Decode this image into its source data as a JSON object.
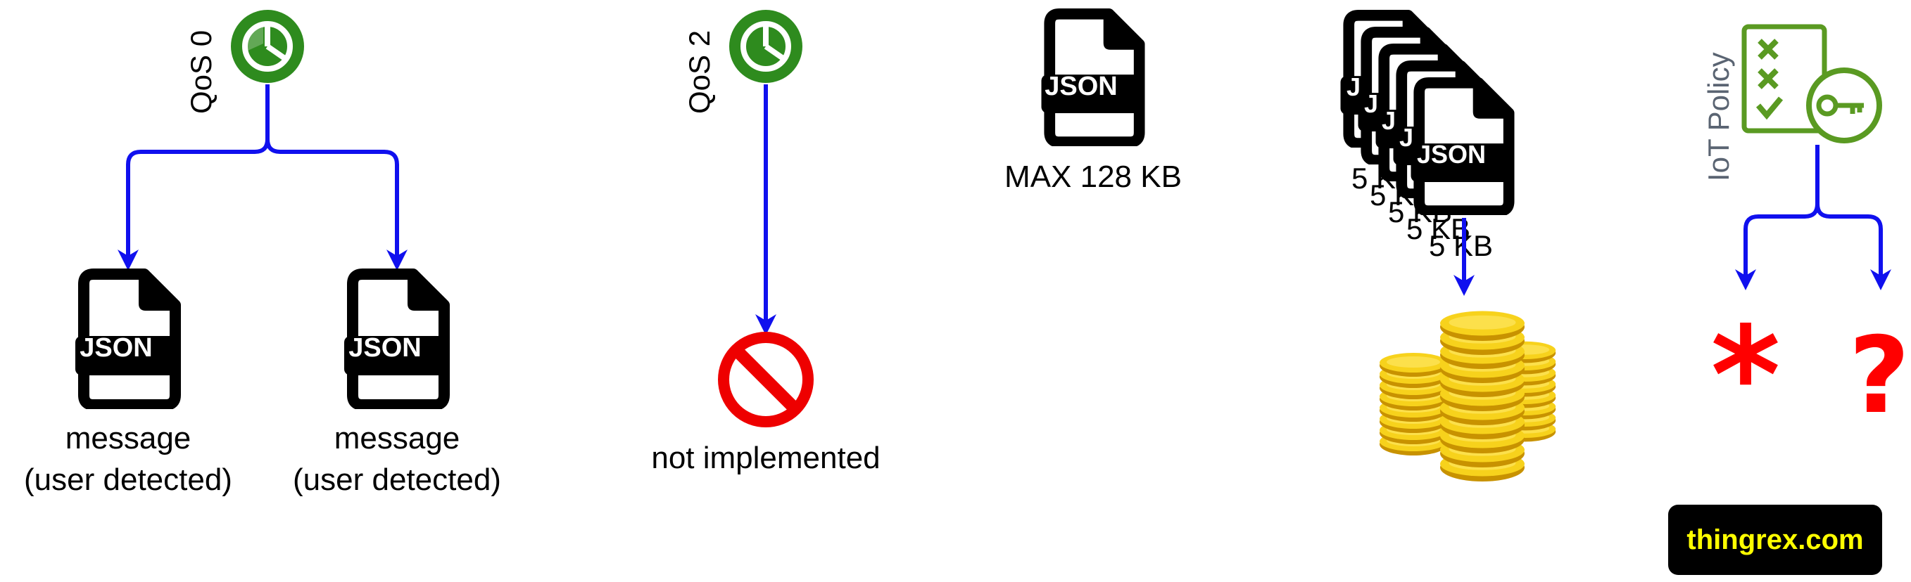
{
  "colors": {
    "arrow": "#1010ee",
    "qos_green": "#2e8b1e",
    "policy_green": "#5a9a22",
    "policy_gray": "#5a6472",
    "forbidden_red": "#ee0000",
    "symbol_red": "#ff0000",
    "coin_gold": "#f2c200",
    "brand_bg": "#000000",
    "brand_text": "#ffff00"
  },
  "qos0": {
    "label": "QoS 0",
    "icon": "pie-chart-icon",
    "messages": [
      {
        "badge": "JSON",
        "line1": "message",
        "line2": "(user detected)"
      },
      {
        "badge": "JSON",
        "line1": "message",
        "line2": "(user detected)"
      }
    ]
  },
  "qos2": {
    "label": "QoS 2",
    "icon": "pie-chart-icon",
    "status_icon": "no-entry-icon",
    "status": "not implemented"
  },
  "payload": {
    "badge": "JSON",
    "limit": "MAX 128 KB"
  },
  "billing": {
    "badge": "JSON",
    "chunk_size": "5 KB",
    "stack_count": 5,
    "cost_icon": "coin-stack-icon"
  },
  "policy": {
    "label": "IoT Policy",
    "icon": "checklist-key-icon",
    "outcomes": [
      "*",
      "?"
    ]
  },
  "brand": {
    "text": "thingrex.com"
  }
}
